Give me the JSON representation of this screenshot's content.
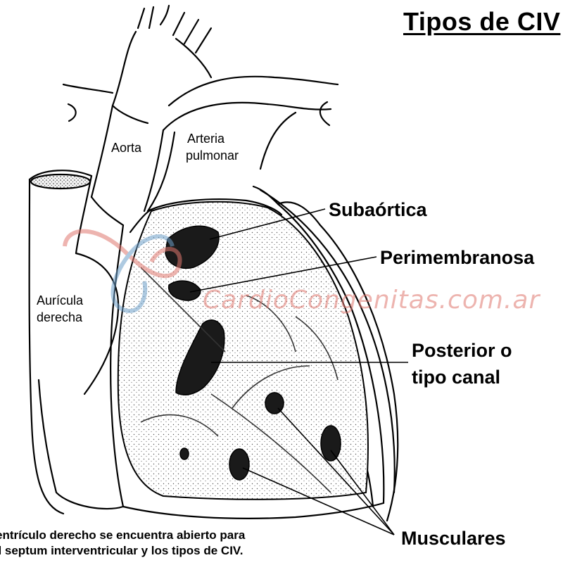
{
  "title": "Tipos de CIV",
  "anatomy_labels": {
    "aorta": "Aorta",
    "arteria_pulmonar": [
      "Arteria",
      "pulmonar"
    ],
    "auricula_derecha": [
      "Aurícula",
      "derecha"
    ]
  },
  "defect_labels": {
    "subaortica": "Subaórtica",
    "perimembranosa": "Perimembranosa",
    "posterior": [
      "Posterior o",
      "tipo canal"
    ],
    "musculares": "Musculares"
  },
  "caption": [
    "entrículo derecho se encuentra abierto para",
    "el septum interventricular y los tipos de CIV."
  ],
  "watermark": "CardioCongenitas.com.ar",
  "colors": {
    "ink": "#000000",
    "watermark_red": "#e0776f",
    "watermark_blue": "#6d9fc9"
  }
}
